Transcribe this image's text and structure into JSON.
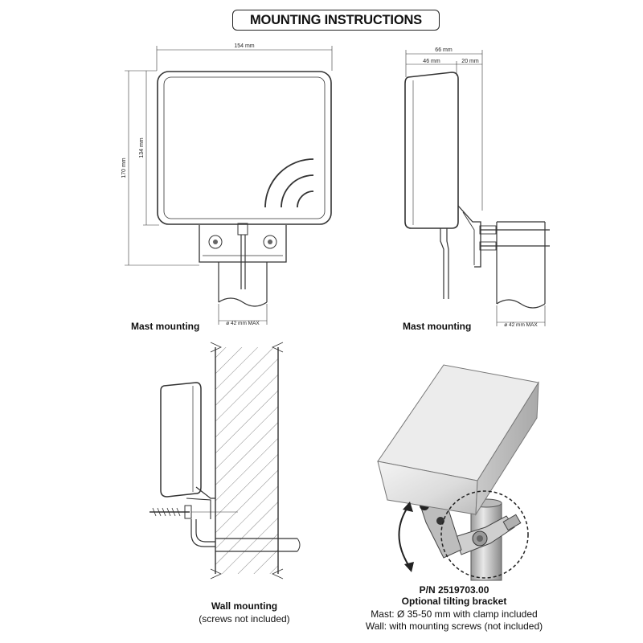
{
  "title": "MOUNTING INSTRUCTIONS",
  "front_view": {
    "width_label": "154 mm",
    "height_label": "134 mm",
    "total_height_label": "170 mm",
    "mast_label": "ø 42 mm MAX",
    "caption": "Mast mounting"
  },
  "side_view": {
    "depth_label": "66 mm",
    "body_label": "46 mm",
    "bracket_label": "20 mm",
    "mast_label": "ø 42 mm MAX",
    "caption": "Mast mounting"
  },
  "wall_view": {
    "caption": "Wall mounting",
    "note": "(screws not included)"
  },
  "bracket_photo": {
    "part_number": "P/N 2519703.00",
    "name": "Optional tilting bracket",
    "mast_note": "Mast: Ø  35-50 mm with clamp included",
    "wall_note": "Wall: with mounting screws (not included)"
  }
}
